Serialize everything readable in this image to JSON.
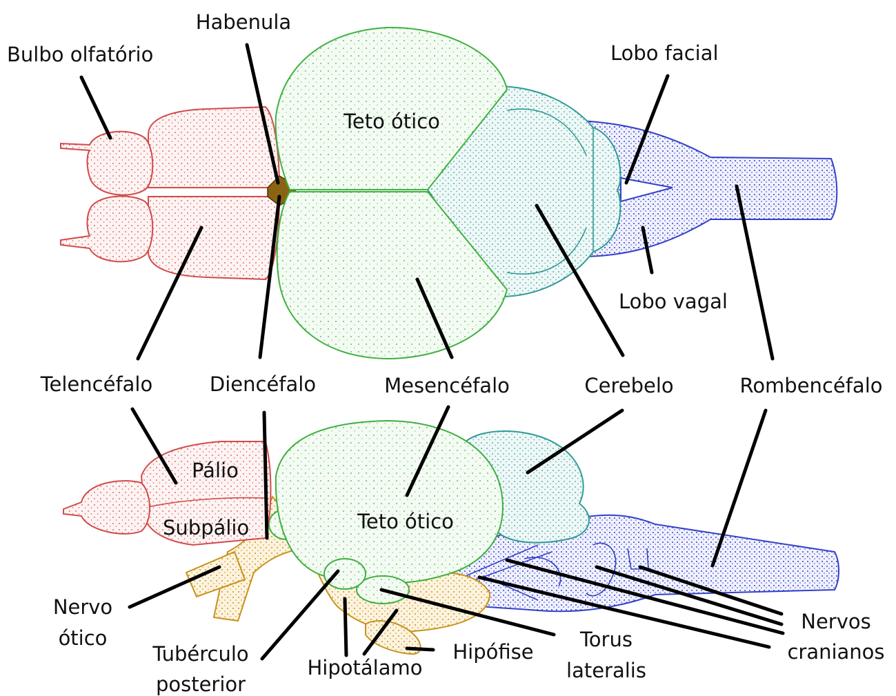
{
  "colors": {
    "telencephalon": "#d24a4a",
    "telencephalon_fill": "#fdf3f3",
    "diencephalon": "#c8921a",
    "diencephalon_fill": "#fcf3df",
    "mesencephalon": "#3fb03f",
    "mesencephalon_fill": "#f3fbf3",
    "cerebellum": "#2f9a94",
    "cerebellum_fill": "#eef8f7",
    "rhombencephalon": "#3340c8",
    "rhombencephalon_fill": "#f0f1fd",
    "habenula": "#8a6414"
  },
  "labels": {
    "habenula": "Habenula",
    "bulbo_olfatorio": "Bulbo olfatório",
    "teto_otico_top": "Teto ótico",
    "lobo_facial": "Lobo facial",
    "lobo_vagal": "Lobo vagal",
    "telencefalo": "Telencéfalo",
    "diencefalo": "Diencéfalo",
    "mesencefalo": "Mesencéfalo",
    "cerebelo": "Cerebelo",
    "rombencefalo": "Rombencéfalo",
    "palio": "Pálio",
    "subpalio": "Subpálio",
    "teto_otico_bottom": "Teto ótico",
    "nervo_otico_1": "Nervo",
    "nervo_otico_2": "ótico",
    "tuberculo_1": "Tubérculo",
    "tuberculo_2": "posterior",
    "hipotalamo": "Hipotálamo",
    "hipofise": "Hipófise",
    "torus_1": "Torus",
    "torus_2": "lateralis",
    "nervos_1": "Nervos",
    "nervos_2": "cranianos"
  }
}
